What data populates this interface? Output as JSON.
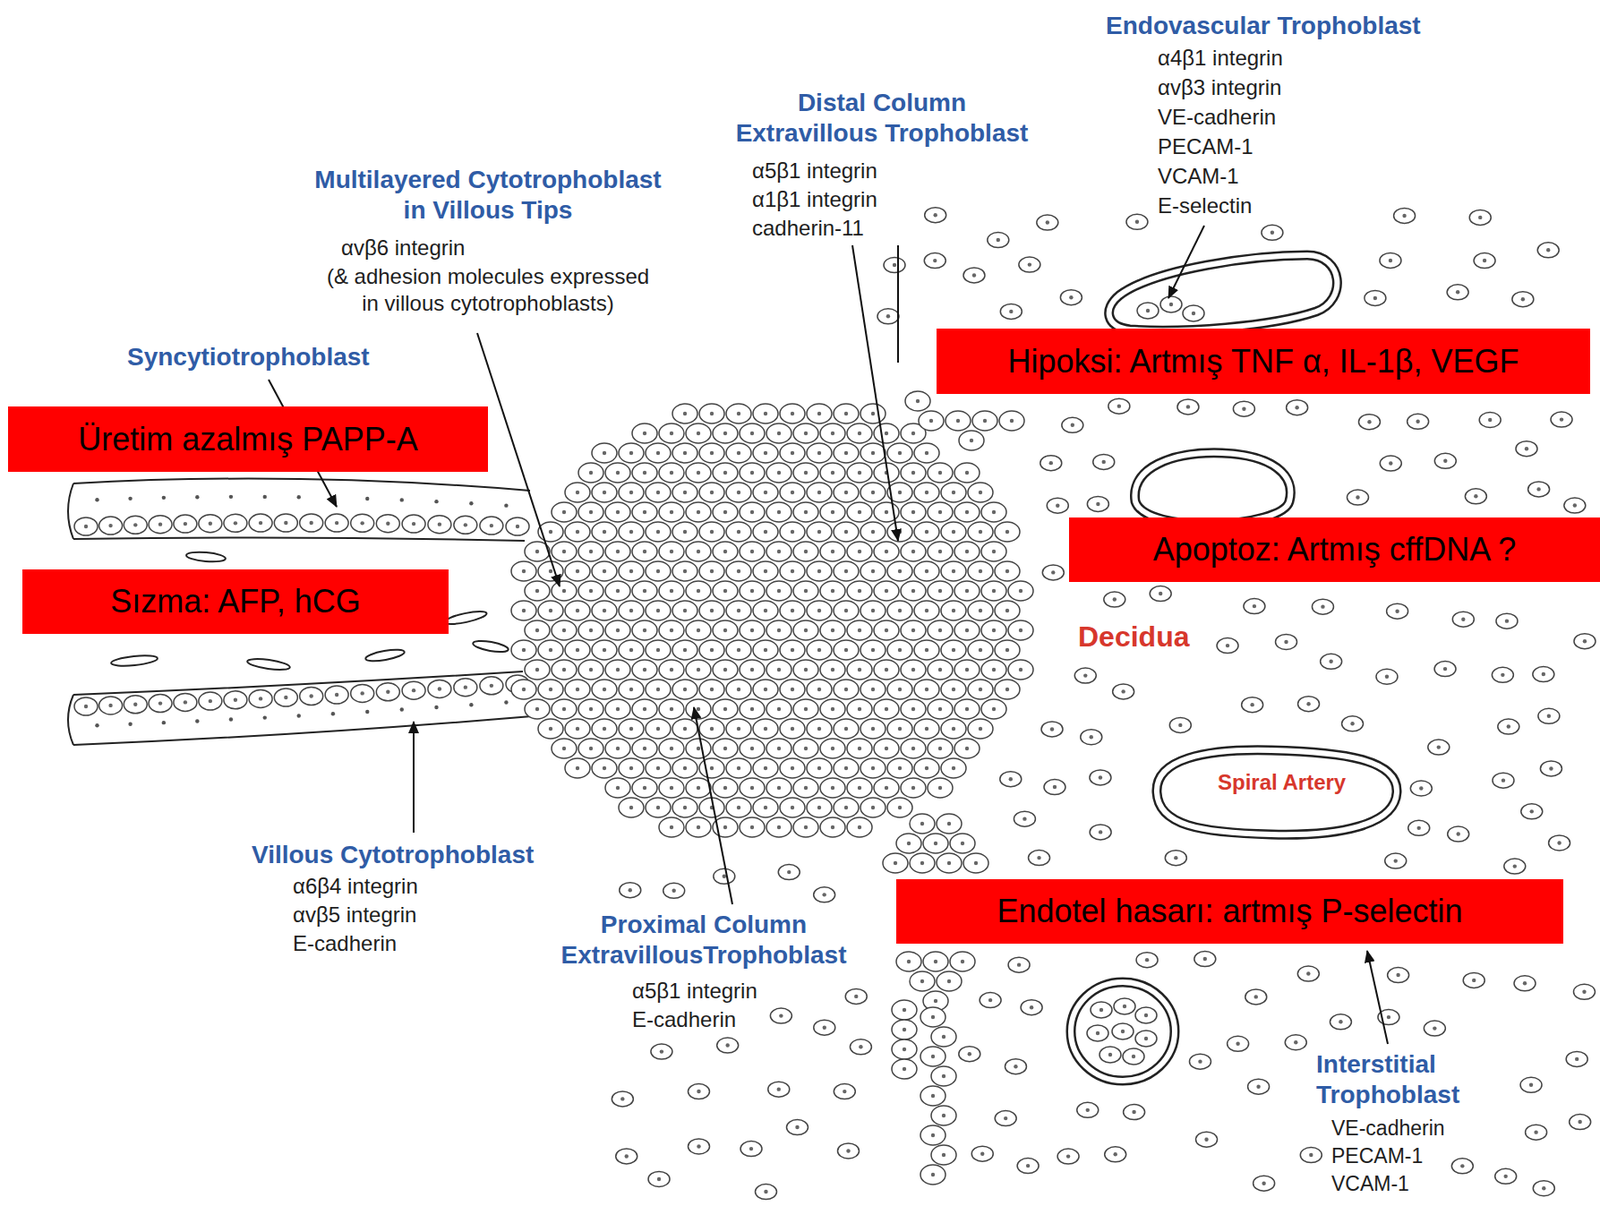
{
  "diagram": {
    "nodes": [
      {
        "text": [
          "Hipoksi: Artmış TNF α, IL-1β, VEGF"
        ]
      },
      {
        "text": [
          "Üretim azalmış PAPP-A"
        ]
      },
      {
        "text": [
          "Apoptoz: Artmış cffDNA ?"
        ]
      },
      {
        "text": [
          "Sızma: AFP, hCG"
        ]
      },
      {
        "text": [
          "Endotel hasarı: artmış P-selectin"
        ]
      }
    ],
    "labels": [
      "Endovascular Trophoblast",
      "α4β1 integrin",
      "αvβ3 integrin",
      "VE-cadherin",
      "PECAM-1",
      "VCAM-1",
      "E-selectin",
      "Distal Column Extravillous Trophoblast",
      "α5β1 integrin",
      "α1β1 integrin",
      "cadherin-11",
      "Multilayered Cytotrophoblast in Villous Tips",
      "αvβ6 integrin",
      "(& adhesion molecules expressed in villous cytotrophoblasts)",
      "Syncytiotrophoblast",
      "Decidua",
      "Spiral Artery",
      "Villous Cytotrophoblast",
      "α6β4 integrin",
      "αvβ5 integrin",
      "E-cadherin",
      "Proximal Column ExtravillousTrophoblast",
      "α5β1 integrin",
      "E-cadherin",
      "Interstitial Trophoblast",
      "VE-cadherin",
      "PECAM-1",
      "VCAM-1"
    ]
  }
}
